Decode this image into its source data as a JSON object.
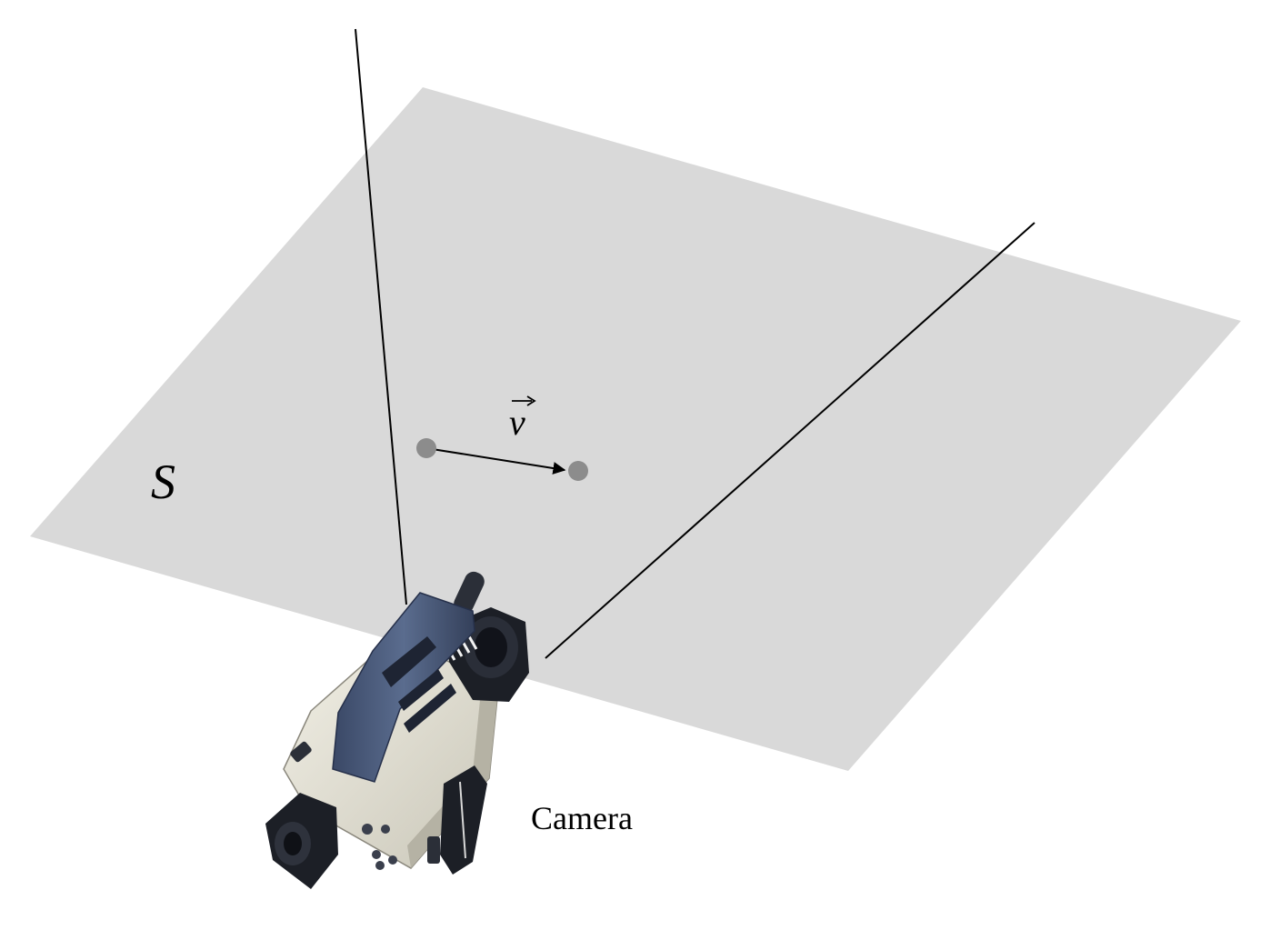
{
  "diagram": {
    "plane_label": "S",
    "vector_label": "v",
    "camera_label": "Camera",
    "colors": {
      "plane_fill": "#d9d9d9",
      "point_fill": "#8c8c8c",
      "line_color": "#000000",
      "camera_body": "#e8e6dc",
      "camera_handle": "#4a5a78",
      "camera_dark": "#1c1f26"
    }
  }
}
